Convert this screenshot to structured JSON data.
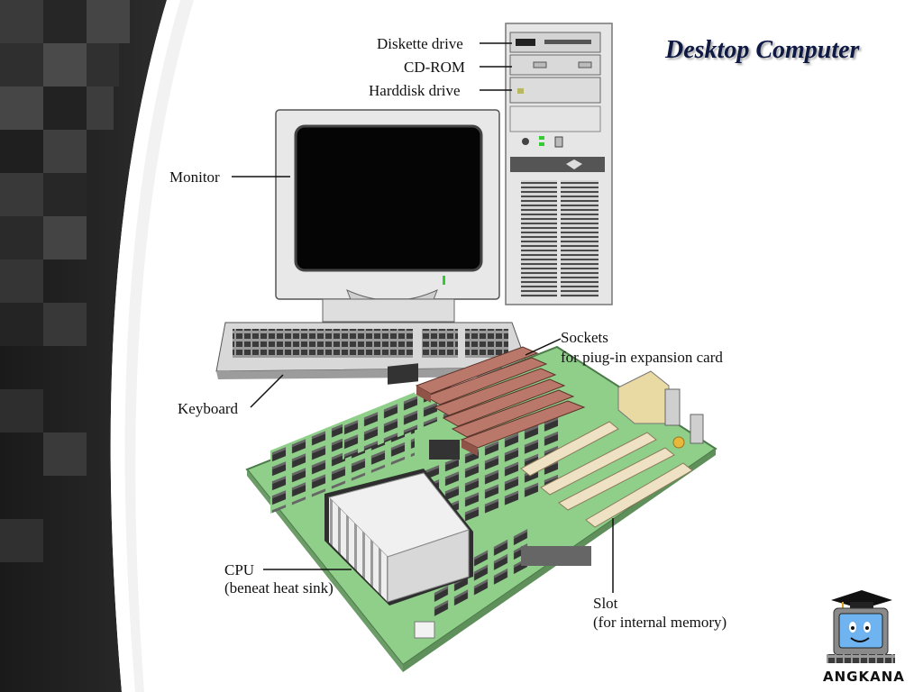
{
  "slide": {
    "title": "Desktop Computer",
    "brand": "ANGKANA"
  },
  "labels": {
    "diskette": "Diskette drive",
    "cdrom": "CD-ROM",
    "harddisk": "Harddisk drive",
    "monitor": "Monitor",
    "sockets_1": "Sockets",
    "sockets_2": "for piug-in expansion card",
    "keyboard": "Keyboard",
    "cpu_1": "CPU",
    "cpu_2": "(beneat heat sink)",
    "slot_1": "Slot",
    "slot_2": "(for internal memory)"
  },
  "colors": {
    "title": "#0f1a44",
    "motherboard": "#8fcf8a",
    "expansion_sockets": "#b9786a",
    "memory_slots": "#efe2c4",
    "case": "#e2e2e2",
    "screen": "#050505"
  }
}
